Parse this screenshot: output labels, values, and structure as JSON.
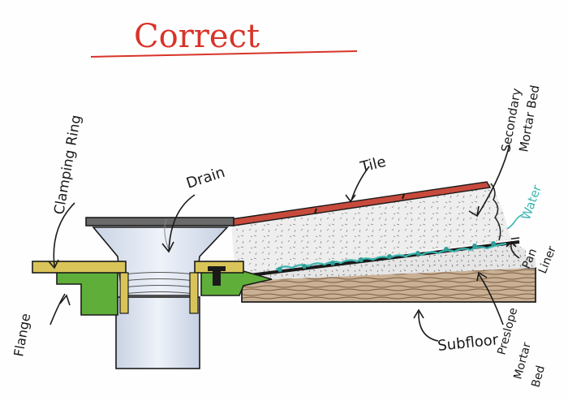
{
  "diagram": {
    "title": "Correct",
    "labels": {
      "clamping_ring": "Clamping Ring",
      "drain": "Drain",
      "tile": "Tile",
      "secondary_mortar_bed_line1": "Secondary",
      "secondary_mortar_bed_line2": "Mortar Bed",
      "water": "Water",
      "pan_liner_line1": "Pan",
      "pan_liner_line2": "Liner",
      "flange": "Flange",
      "subfloor": "Subfloor",
      "preslope_line1": "Preslope",
      "preslope_line2": "Mortar",
      "preslope_line3": "Bed"
    },
    "colors": {
      "title": "#d8342a",
      "tile": "#c84a3c",
      "clamping_ring": "#d9c45a",
      "flange": "#5fae3a",
      "drain": "#dfe6f2",
      "water": "#3ab6b0",
      "subfloor": "#9a7a5a",
      "mortar": "#e4e4e4"
    }
  }
}
